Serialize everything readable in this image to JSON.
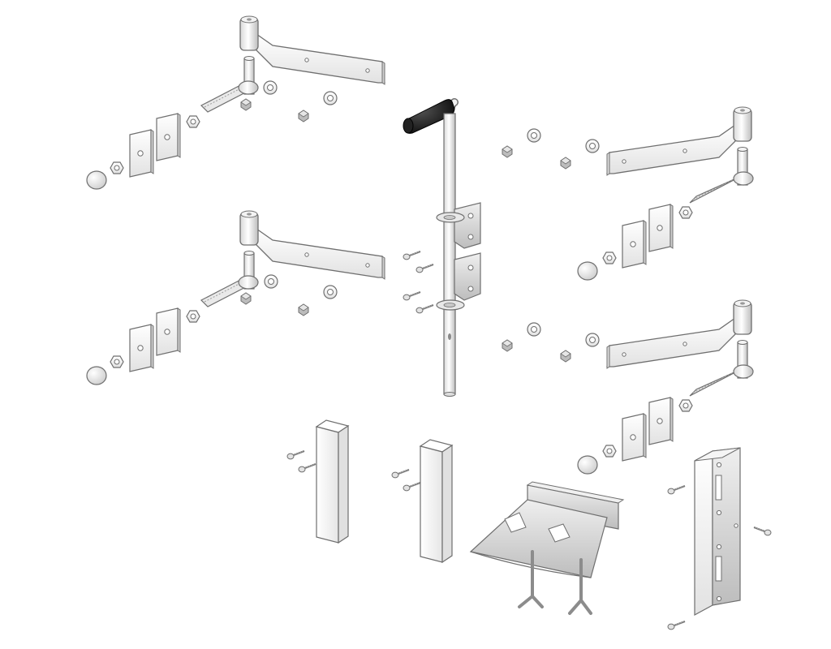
{
  "diagram": {
    "kind": "exploded-view",
    "colors": {
      "metal_light": "#f7f7f7",
      "metal_shade": "#dcdcdc",
      "metal_dark": "#b9b9b9",
      "outline": "#6f6f6f",
      "handle_grip": "#141414",
      "galvanized": "#c9c9c9"
    },
    "parts": [
      "hinge-strap-assembly-top-left",
      "hinge-strap-assembly-mid-left",
      "hinge-strap-assembly-top-right",
      "hinge-strap-assembly-mid-right",
      "drop-bolt",
      "bolt-guide-brackets",
      "wooden-spacer-block",
      "ground-stop-plate",
      "catch-keep-plate",
      "wood-screws",
      "nuts-and-washers",
      "dome-caps",
      "pintle-pins"
    ]
  }
}
